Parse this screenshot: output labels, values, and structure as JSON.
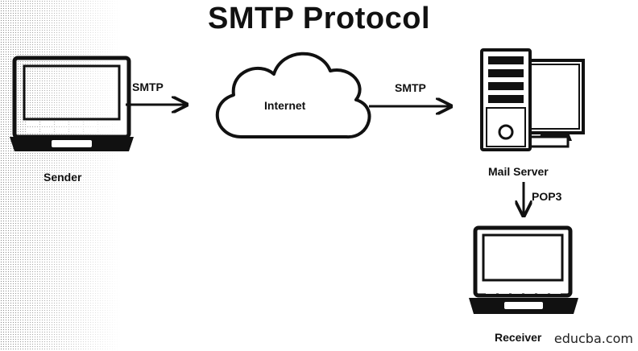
{
  "title": "SMTP Protocol",
  "nodes": {
    "sender": "Sender",
    "internet": "Internet",
    "mail_server": "Mail Server",
    "receiver": "Receiver"
  },
  "edges": {
    "sender_to_internet": "SMTP",
    "internet_to_server": "SMTP",
    "server_to_receiver": "POP3"
  },
  "watermark": "educba.com",
  "colors": {
    "ink": "#111111",
    "background": "#ffffff"
  }
}
